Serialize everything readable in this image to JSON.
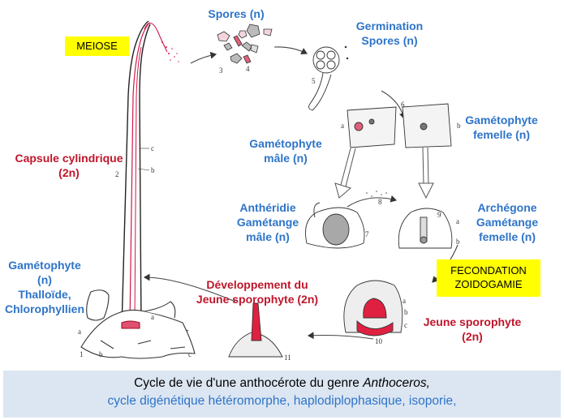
{
  "labels": {
    "spores": "Spores (n)",
    "meiose": "MEIOSE",
    "germination_1": "Germination",
    "germination_2": "Spores (n)",
    "gameto_femelle_1": "Gamétophyte",
    "gameto_femelle_2": "femelle  (n)",
    "gameto_male_1": "Gamétophyte",
    "gameto_male_2": "mâle (n)",
    "capsule_1": "Capsule cylindrique",
    "capsule_2": "(2n)",
    "antheridie_1": "Anthéridie",
    "antheridie_2": "Gamétange",
    "antheridie_3": "mâle (n)",
    "archegone_1": "Archégone",
    "archegone_2": "Gamétange",
    "archegone_3": "femelle  (n)",
    "fecondation_1": "FECONDATION",
    "fecondation_2": "ZOIDOGAMIE",
    "gameto_thal_1": "Gamétophyte",
    "gameto_thal_2": "(n)",
    "gameto_thal_3": "Thalloïde,",
    "gameto_thal_4": "Chlorophyllien",
    "developpement_1": "Développement du",
    "developpement_2": "Jeune sporophyte  (2n)",
    "jeune_sporo_1": "Jeune sporophyte",
    "jeune_sporo_2": "(2n)"
  },
  "figure_marks": {
    "c": "c",
    "b": "b",
    "a": "a",
    "two": "2",
    "one": "1",
    "three": "3",
    "four": "4",
    "five": "5",
    "six": "6",
    "seven": "7",
    "eight": "8",
    "nine": "9",
    "ten": "10",
    "eleven": "11"
  },
  "caption": {
    "line1_prefix": "Cycle de vie d'une anthocérote du genre ",
    "line1_italic": "Anthoceros,",
    "line2": "cycle digénétique hétéromorphe, haplodiplophasique, isoporie,"
  },
  "colors": {
    "haploid_text": "#2e74c9",
    "diploid_text": "#c0152b",
    "highlight_box": "#ffff00",
    "caption_bg": "#dce6f2"
  }
}
